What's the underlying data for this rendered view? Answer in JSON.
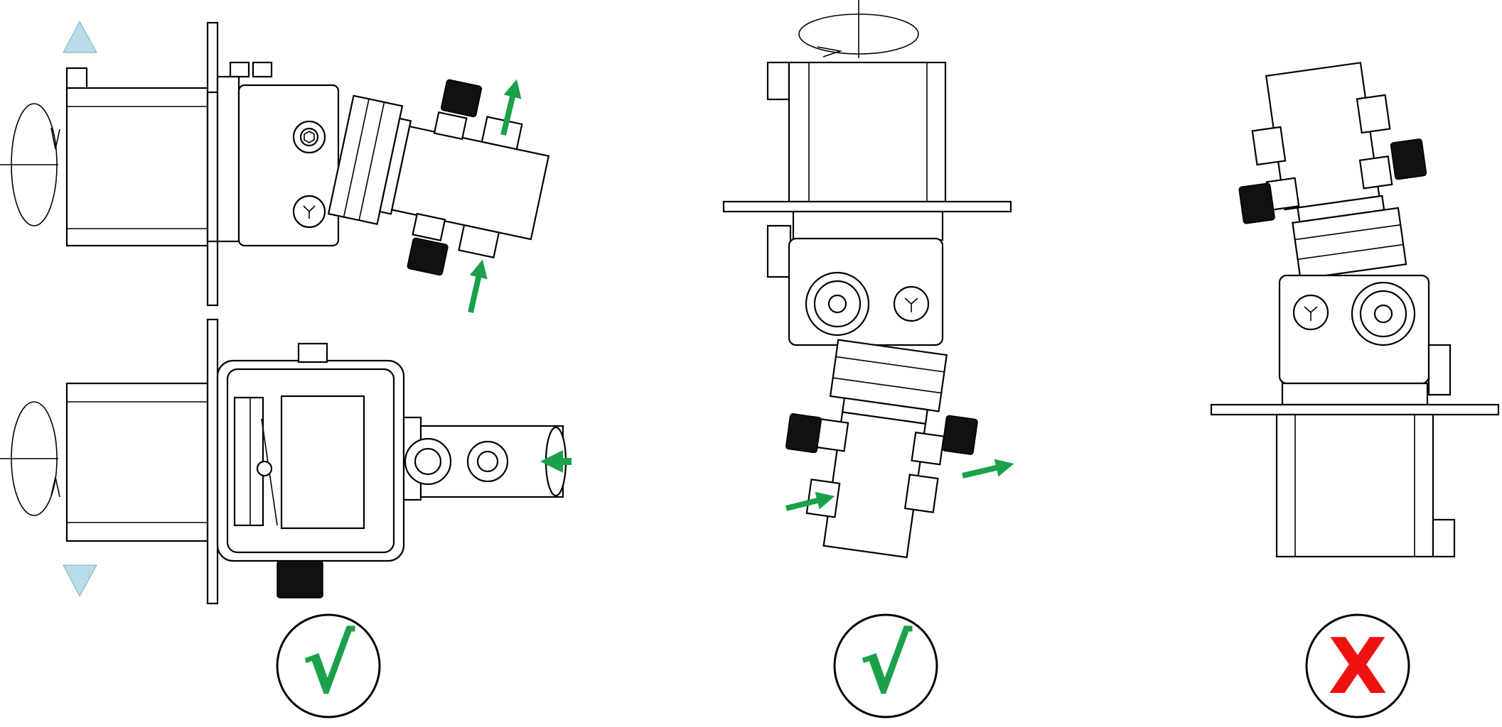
{
  "colors": {
    "line": "#000000",
    "flow_arrow": "#1aa14a",
    "check": "#1aa14a",
    "cross": "#ee1111",
    "marker_triangle": "#b8dde6"
  },
  "verdicts": {
    "panel_left": {
      "symbol": "√",
      "state": "correct"
    },
    "panel_middle": {
      "symbol": "√",
      "state": "correct"
    },
    "panel_right": {
      "symbol": "X",
      "state": "incorrect"
    }
  },
  "icons": {
    "rotation": "rotation-arrow-icon",
    "flow": "flow-arrow-icon",
    "marker": "triangle-marker-icon"
  }
}
